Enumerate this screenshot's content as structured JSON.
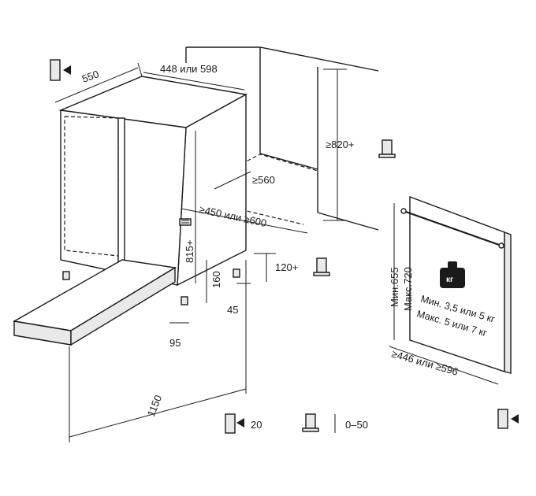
{
  "labels": {
    "depth": "550",
    "width": "448 или 598",
    "niche_height": "≥820+",
    "niche_depth": "≥560",
    "niche_width": "≥450 или ≥600",
    "height_815": "815+",
    "plinth_160": "160",
    "plinth_120": "120+",
    "offset_45": "45",
    "offset_95": "95",
    "door_open": "1150",
    "gap_20": "20",
    "foot_adjust": "0–50",
    "panel_h1": "Мин.655",
    "panel_h2": "Макс.720",
    "weight_min": "Мин. 3,5 или 5 кг",
    "weight_max": "Макс. 5 или 7 кг",
    "panel_width": "≥446 или ≥596",
    "weight_icon": "кг"
  },
  "icons": [
    "hinge-icon",
    "screw-icon",
    "weight-icon"
  ]
}
